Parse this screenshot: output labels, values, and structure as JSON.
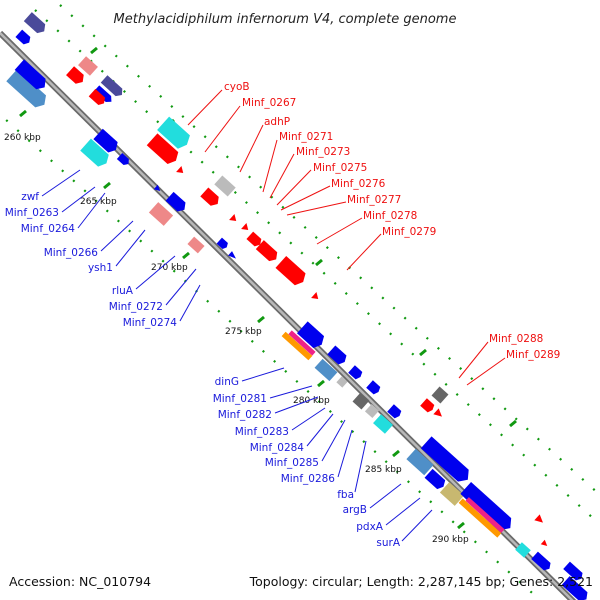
{
  "header": {
    "title": "Methylacidiphilum infernorum V4, complete genome"
  },
  "footer": {
    "accession": "Accession: NC_010794",
    "topology": "Topology: circular; Length: 2,287,145 bp; Genes: 2,521"
  },
  "colors": {
    "backbone": "#8f8f8f",
    "red": "#ff0000",
    "blue": "#0000ee",
    "cyan": "#22dddd",
    "pink": "#ee8888",
    "grey": "#bbbbbb",
    "darkgrey": "#666666",
    "steelblue": "#4f8fc8",
    "indigo": "#4a4a9a",
    "tick": "#119911",
    "label_red": "#ee1111",
    "label_blue": "#1a1adb"
  },
  "scale_labels": [
    "260 kbp",
    "265 kbp",
    "270 kbp",
    "275 kbp",
    "280 kbp",
    "285 kbp",
    "290 kbp"
  ],
  "upper_labels": [
    "cyoB",
    "Minf_0267",
    "adhP",
    "Minf_0271",
    "Minf_0273",
    "Minf_0275",
    "Minf_0276",
    "Minf_0277",
    "Minf_0278",
    "Minf_0279",
    "Minf_0288",
    "Minf_0289"
  ],
  "lower_labels": [
    "zwf",
    "Minf_0263",
    "Minf_0264",
    "Minf_0266",
    "ysh1",
    "rluA",
    "Minf_0272",
    "Minf_0274",
    "dinG",
    "Minf_0281",
    "Minf_0282",
    "Minf_0283",
    "Minf_0284",
    "Minf_0285",
    "Minf_0286",
    "fba",
    "argB",
    "pdxA",
    "surA"
  ]
}
